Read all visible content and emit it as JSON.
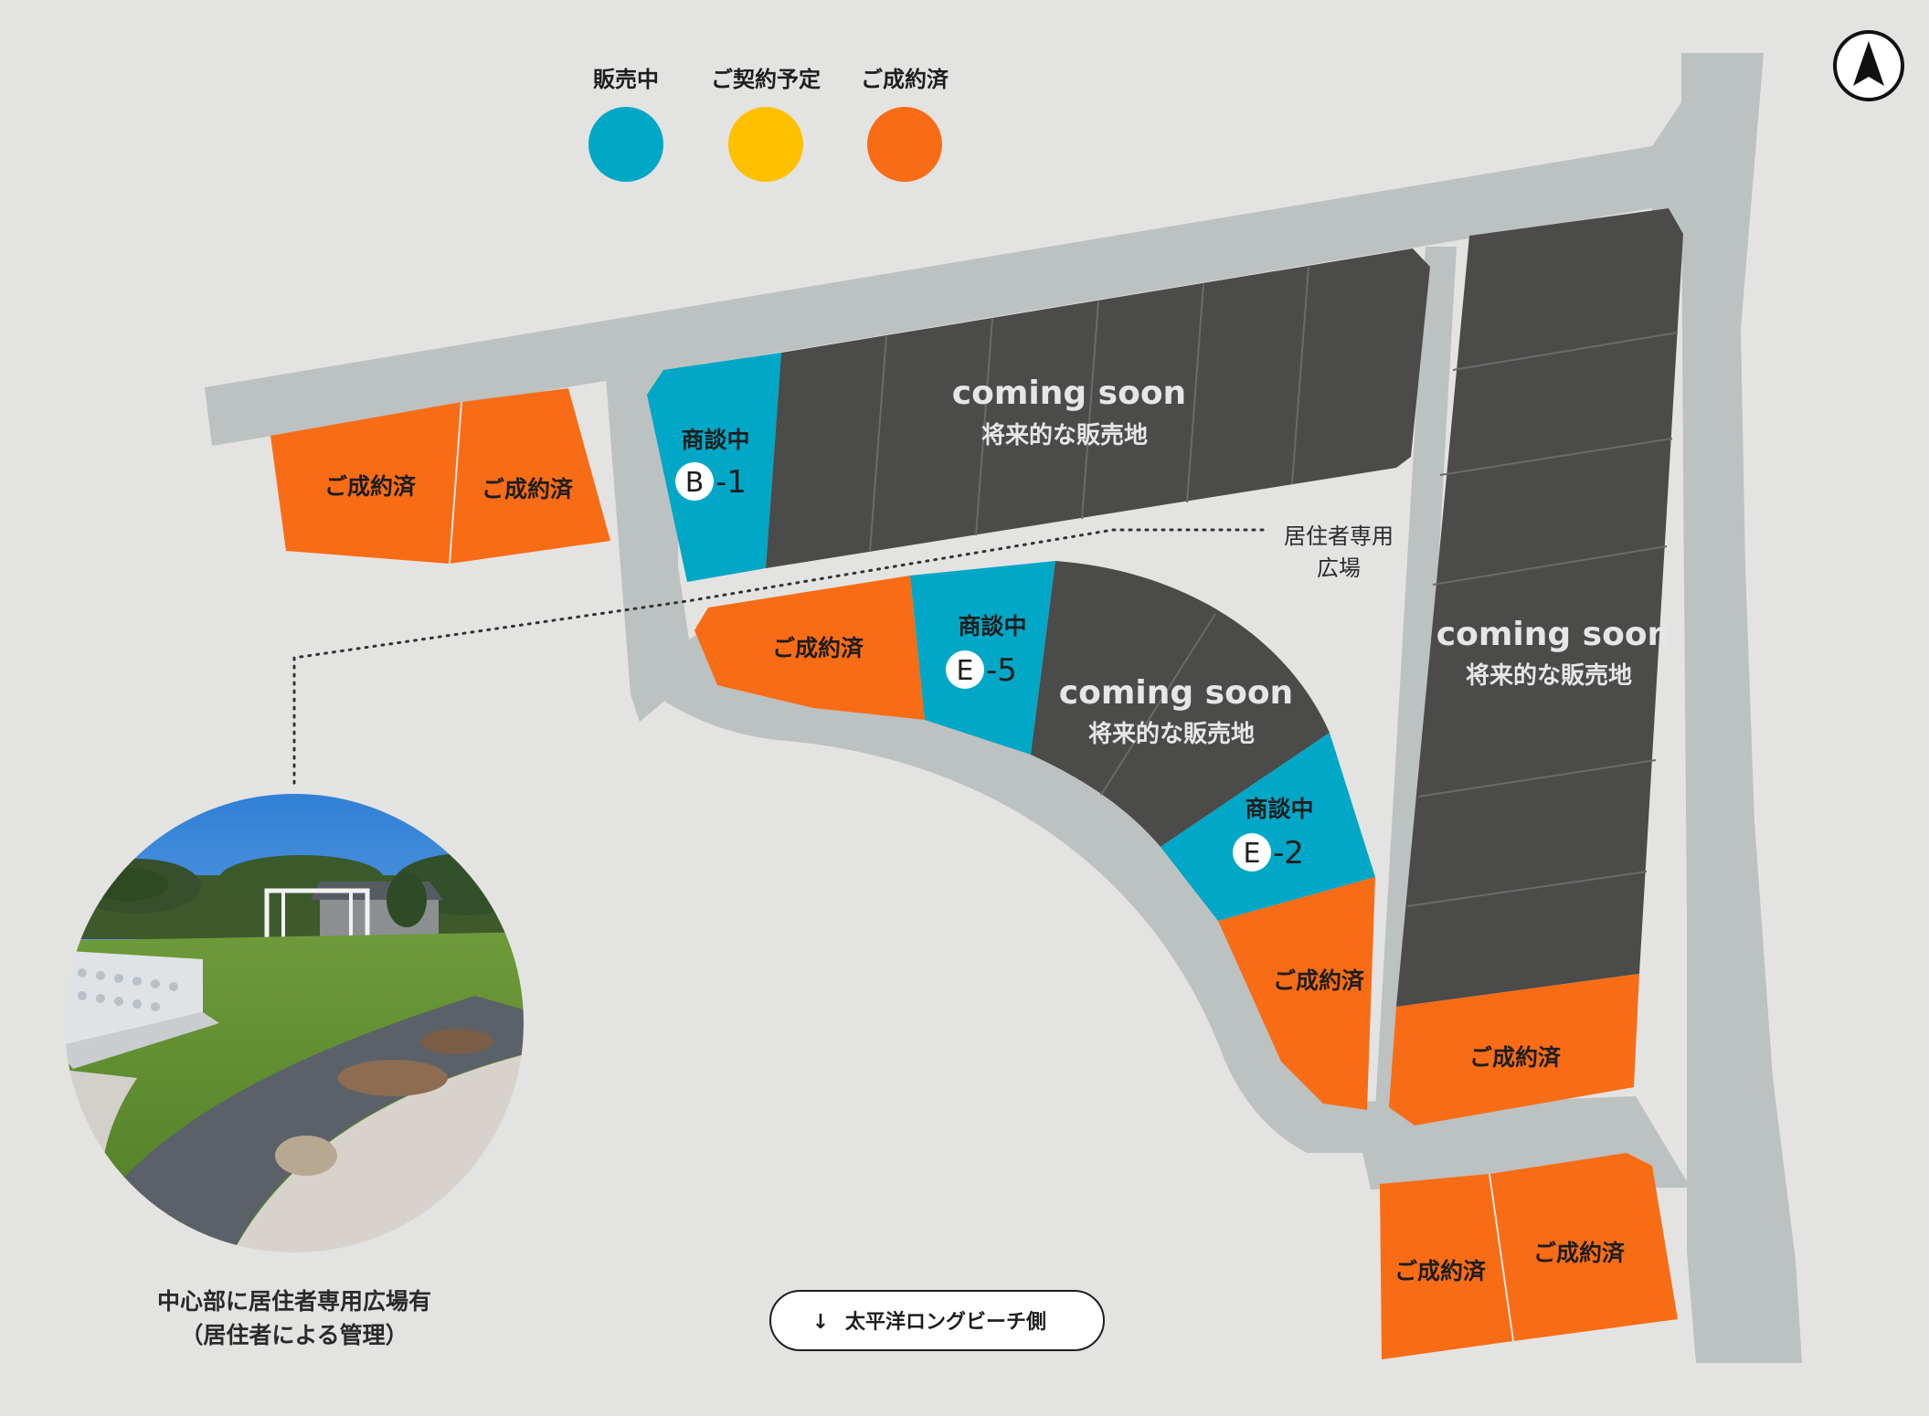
{
  "colors": {
    "available": "#00a7c6",
    "reserved": "#ffc000",
    "sold": "#f96c16",
    "coming": "#4b4b4a",
    "road": "#bcc1c1",
    "background": "#e3e3e1"
  },
  "legend": [
    {
      "label": "販売中",
      "status": "available"
    },
    {
      "label": "ご契約予定",
      "status": "reserved"
    },
    {
      "label": "ご成約済",
      "status": "sold"
    }
  ],
  "compass": {
    "icon": "north-arrow-icon"
  },
  "lots": {
    "sold_label": "ご成約済",
    "negotiating_label": "商談中",
    "b1": {
      "letter": "B",
      "number": "-1"
    },
    "e5": {
      "letter": "E",
      "number": "-5"
    },
    "e2": {
      "letter": "E",
      "number": "-2"
    }
  },
  "coming_soon": {
    "title": "coming soon",
    "subtitle": "将来的な販売地"
  },
  "plaza": {
    "line1": "居住者専用",
    "line2": "広場"
  },
  "photo_caption": {
    "line1": "中心部に居住者専用広場有",
    "line2": "（居住者による管理）"
  },
  "direction": {
    "arrow": "↓",
    "label": "太平洋ロングビーチ側"
  }
}
